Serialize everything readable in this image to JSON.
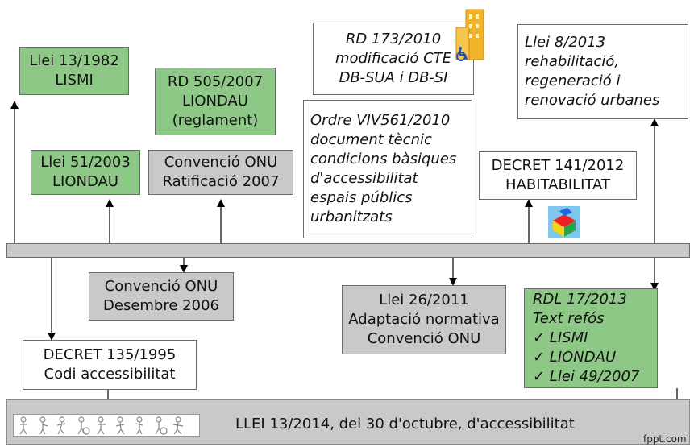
{
  "top_boxes": {
    "llei13_1982": [
      "Llei 13/1982",
      "LISMI"
    ],
    "rd505_2007": [
      "RD 505/2007",
      "LIONDAU",
      "(reglament)"
    ],
    "llei51_2003": [
      "Llei 51/2003",
      "LIONDAU"
    ],
    "conv_onu_ratif": [
      "Convenció ONU",
      "Ratificació 2007"
    ],
    "rd173_2010": [
      "RD 173/2010",
      "modificació CTE",
      "DB-SUA i DB-SI"
    ],
    "ordre_viv": [
      "Ordre VIV561/2010",
      "document tècnic",
      "condicions bàsiques",
      "d'accessibilitat",
      "espais públics",
      "urbanitzats"
    ],
    "decret141_2012": [
      "DECRET 141/2012",
      "HABITABILITAT"
    ],
    "llei8_2013": [
      "Llei 8/2013",
      "rehabilitació,",
      "regeneració i",
      "renovació urbanes"
    ]
  },
  "bottom_boxes": {
    "conv_onu_des": [
      "Convenció ONU",
      "Desembre 2006"
    ],
    "llei26_2011": [
      "Llei 26/2011",
      "Adaptació normativa",
      "Convenció ONU"
    ],
    "rdl17_2013": [
      "RDL 17/2013",
      "Text refós",
      "✓ LISMI",
      "✓ LIONDAU",
      "✓ Llei 49/2007"
    ],
    "decret135_1995": [
      "DECRET 135/1995",
      "Codi accessibilitat"
    ]
  },
  "footer": {
    "main_text": "LLEI 13/2014, del 30 d'octubre, d'accessibilitat",
    "credit": "fppt.com"
  },
  "icons": {
    "accessibility": "accessibility-building-icon",
    "cube": "cube-icon",
    "figures": "human-figures-icon"
  },
  "colors": {
    "green": "#8ec887",
    "grey": "#c9c9c9",
    "border": "#6b6b6b",
    "line": "#000000"
  }
}
